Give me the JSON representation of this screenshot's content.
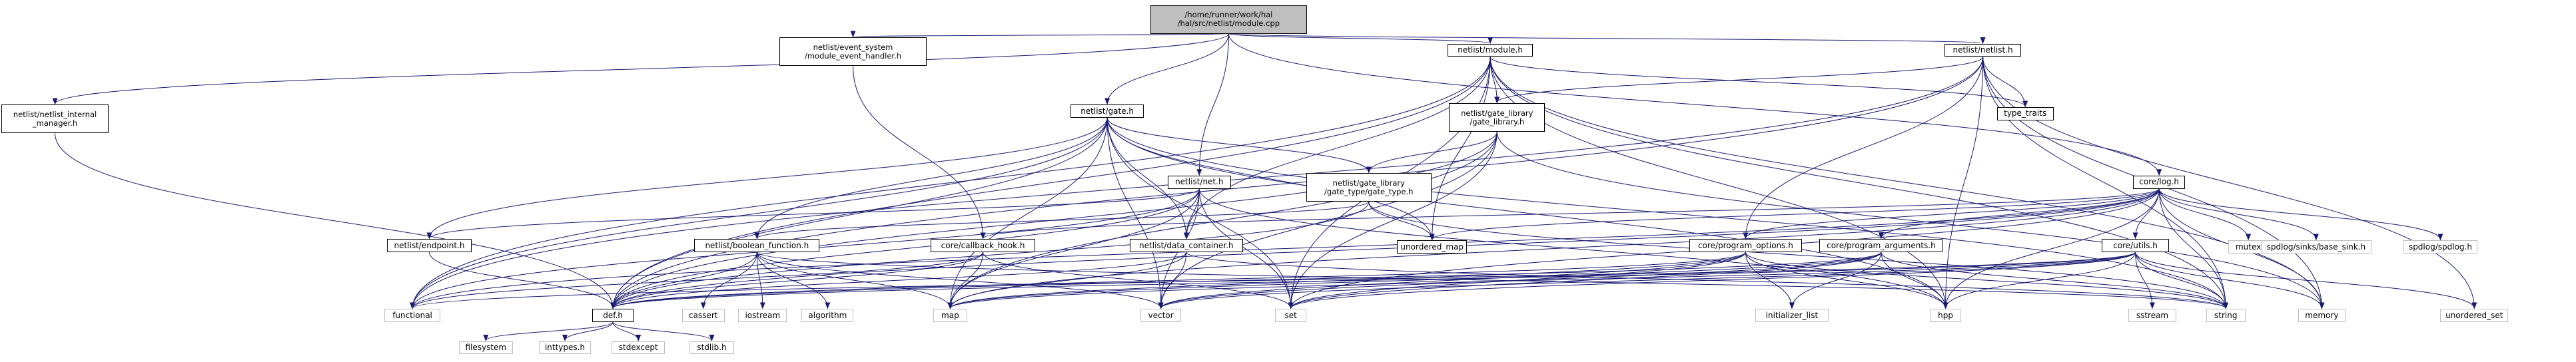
{
  "colors": {
    "edge": "#191970",
    "border": "#000000",
    "system_border": "#bfbfbf",
    "root_fill": "#bfbfbf",
    "node_fill": "#ffffff"
  },
  "diagram": {
    "nodes": [
      {
        "id": "root",
        "label": "/home/runner/work/hal\n/hal/src/netlist/module.cpp"
      },
      {
        "id": "event_handler",
        "label": "netlist/event_system\n/module_event_handler.h"
      },
      {
        "id": "module",
        "label": "netlist/module.h"
      },
      {
        "id": "netlist",
        "label": "netlist/netlist.h"
      },
      {
        "id": "internal_manager",
        "label": "netlist/netlist_internal\n_manager.h"
      },
      {
        "id": "gate",
        "label": "netlist/gate.h"
      },
      {
        "id": "gate_library",
        "label": "netlist/gate_library\n/gate_library.h"
      },
      {
        "id": "type_traits",
        "label": "type_traits"
      },
      {
        "id": "gate_type",
        "label": "netlist/gate_library\n/gate_type/gate_type.h"
      },
      {
        "id": "net",
        "label": "netlist/net.h"
      },
      {
        "id": "log",
        "label": "core/log.h"
      },
      {
        "id": "endpoint",
        "label": "netlist/endpoint.h"
      },
      {
        "id": "boolean_function",
        "label": "netlist/boolean_function.h"
      },
      {
        "id": "callback_hook",
        "label": "core/callback_hook.h"
      },
      {
        "id": "data_container",
        "label": "netlist/data_container.h"
      },
      {
        "id": "unordered_map",
        "label": "unordered_map"
      },
      {
        "id": "program_options",
        "label": "core/program_options.h"
      },
      {
        "id": "program_arguments",
        "label": "core/program_arguments.h"
      },
      {
        "id": "utils",
        "label": "core/utils.h"
      },
      {
        "id": "mutex",
        "label": "mutex"
      },
      {
        "id": "base_sink",
        "label": "spdlog/sinks/base_sink.h"
      },
      {
        "id": "spdlog",
        "label": "spdlog/spdlog.h"
      },
      {
        "id": "functional",
        "label": "functional"
      },
      {
        "id": "def",
        "label": "def.h"
      },
      {
        "id": "cassert",
        "label": "cassert"
      },
      {
        "id": "iostream",
        "label": "iostream"
      },
      {
        "id": "algorithm",
        "label": "algorithm"
      },
      {
        "id": "map",
        "label": "map"
      },
      {
        "id": "vector",
        "label": "vector"
      },
      {
        "id": "set",
        "label": "set"
      },
      {
        "id": "initializer_list",
        "label": "initializer_list"
      },
      {
        "id": "hpp",
        "label": "hpp"
      },
      {
        "id": "sstream",
        "label": "sstream"
      },
      {
        "id": "string",
        "label": "string"
      },
      {
        "id": "memory",
        "label": "memory"
      },
      {
        "id": "unordered_set",
        "label": "unordered_set"
      },
      {
        "id": "filesystem",
        "label": "filesystem"
      },
      {
        "id": "inttypes",
        "label": "inttypes.h"
      },
      {
        "id": "stdexcept",
        "label": "stdexcept"
      },
      {
        "id": "stdlib",
        "label": "stdlib.h"
      }
    ],
    "edges": [
      [
        "root",
        "event_handler"
      ],
      [
        "root",
        "module"
      ],
      [
        "root",
        "netlist"
      ],
      [
        "root",
        "internal_manager"
      ],
      [
        "root",
        "gate"
      ],
      [
        "root",
        "net"
      ],
      [
        "root",
        "log"
      ],
      [
        "event_handler",
        "callback_hook"
      ],
      [
        "module",
        "gate_library"
      ],
      [
        "module",
        "type_traits"
      ],
      [
        "module",
        "data_container"
      ],
      [
        "module",
        "def"
      ],
      [
        "module",
        "functional"
      ],
      [
        "module",
        "set"
      ],
      [
        "module",
        "hpp"
      ],
      [
        "module",
        "string"
      ],
      [
        "module",
        "memory"
      ],
      [
        "module",
        "unordered_map"
      ],
      [
        "netlist",
        "gate_library"
      ],
      [
        "netlist",
        "type_traits"
      ],
      [
        "netlist",
        "def"
      ],
      [
        "netlist",
        "functional"
      ],
      [
        "netlist",
        "memory"
      ],
      [
        "netlist",
        "hpp"
      ],
      [
        "netlist",
        "program_options"
      ],
      [
        "netlist",
        "unordered_set"
      ],
      [
        "netlist",
        "string"
      ],
      [
        "internal_manager",
        "def"
      ],
      [
        "gate",
        "gate_type"
      ],
      [
        "gate",
        "data_container"
      ],
      [
        "gate",
        "boolean_function"
      ],
      [
        "gate",
        "endpoint"
      ],
      [
        "gate",
        "def"
      ],
      [
        "gate",
        "functional"
      ],
      [
        "gate",
        "map"
      ],
      [
        "gate",
        "set"
      ],
      [
        "gate",
        "vector"
      ],
      [
        "gate",
        "hpp"
      ],
      [
        "gate",
        "unordered_map"
      ],
      [
        "gate",
        "string"
      ],
      [
        "gate_library",
        "gate_type"
      ],
      [
        "gate_library",
        "def"
      ],
      [
        "gate_library",
        "map"
      ],
      [
        "gate_library",
        "set"
      ],
      [
        "gate_library",
        "vector"
      ],
      [
        "gate_library",
        "memory"
      ],
      [
        "gate_type",
        "boolean_function"
      ],
      [
        "gate_type",
        "def"
      ],
      [
        "gate_type",
        "unordered_map"
      ],
      [
        "gate_type",
        "string"
      ],
      [
        "net",
        "data_container"
      ],
      [
        "net",
        "endpoint"
      ],
      [
        "net",
        "def"
      ],
      [
        "net",
        "functional"
      ],
      [
        "net",
        "map"
      ],
      [
        "net",
        "set"
      ],
      [
        "net",
        "vector"
      ],
      [
        "net",
        "hpp"
      ],
      [
        "log",
        "callback_hook"
      ],
      [
        "log",
        "def"
      ],
      [
        "log",
        "map"
      ],
      [
        "log",
        "unordered_map"
      ],
      [
        "log",
        "program_options"
      ],
      [
        "log",
        "program_arguments"
      ],
      [
        "log",
        "utils"
      ],
      [
        "log",
        "mutex"
      ],
      [
        "log",
        "base_sink"
      ],
      [
        "log",
        "spdlog"
      ],
      [
        "log",
        "set"
      ],
      [
        "log",
        "string"
      ],
      [
        "log",
        "memory"
      ],
      [
        "log",
        "hpp"
      ],
      [
        "log",
        "functional"
      ],
      [
        "endpoint",
        "def"
      ],
      [
        "boolean_function",
        "def"
      ],
      [
        "boolean_function",
        "cassert"
      ],
      [
        "boolean_function",
        "iostream"
      ],
      [
        "boolean_function",
        "algorithm"
      ],
      [
        "boolean_function",
        "map"
      ],
      [
        "boolean_function",
        "vector"
      ],
      [
        "boolean_function",
        "string"
      ],
      [
        "callback_hook",
        "def"
      ],
      [
        "callback_hook",
        "functional"
      ],
      [
        "callback_hook",
        "map"
      ],
      [
        "callback_hook",
        "set"
      ],
      [
        "data_container",
        "def"
      ],
      [
        "data_container",
        "map"
      ],
      [
        "data_container",
        "string"
      ],
      [
        "data_container",
        "vector"
      ],
      [
        "program_options",
        "def"
      ],
      [
        "program_options",
        "initializer_list"
      ],
      [
        "program_options",
        "map"
      ],
      [
        "program_options",
        "set"
      ],
      [
        "program_options",
        "vector"
      ],
      [
        "program_options",
        "string"
      ],
      [
        "program_options",
        "hpp"
      ],
      [
        "program_arguments",
        "def"
      ],
      [
        "program_arguments",
        "initializer_list"
      ],
      [
        "program_arguments",
        "map"
      ],
      [
        "program_arguments",
        "set"
      ],
      [
        "program_arguments",
        "vector"
      ],
      [
        "program_arguments",
        "string"
      ],
      [
        "program_arguments",
        "hpp"
      ],
      [
        "utils",
        "def"
      ],
      [
        "utils",
        "functional"
      ],
      [
        "utils",
        "map"
      ],
      [
        "utils",
        "set"
      ],
      [
        "utils",
        "vector"
      ],
      [
        "utils",
        "sstream"
      ],
      [
        "utils",
        "string"
      ],
      [
        "utils",
        "memory"
      ],
      [
        "utils",
        "unordered_set"
      ],
      [
        "utils",
        "hpp"
      ],
      [
        "def",
        "filesystem"
      ],
      [
        "def",
        "inttypes"
      ],
      [
        "def",
        "stdexcept"
      ],
      [
        "def",
        "stdlib"
      ]
    ]
  }
}
